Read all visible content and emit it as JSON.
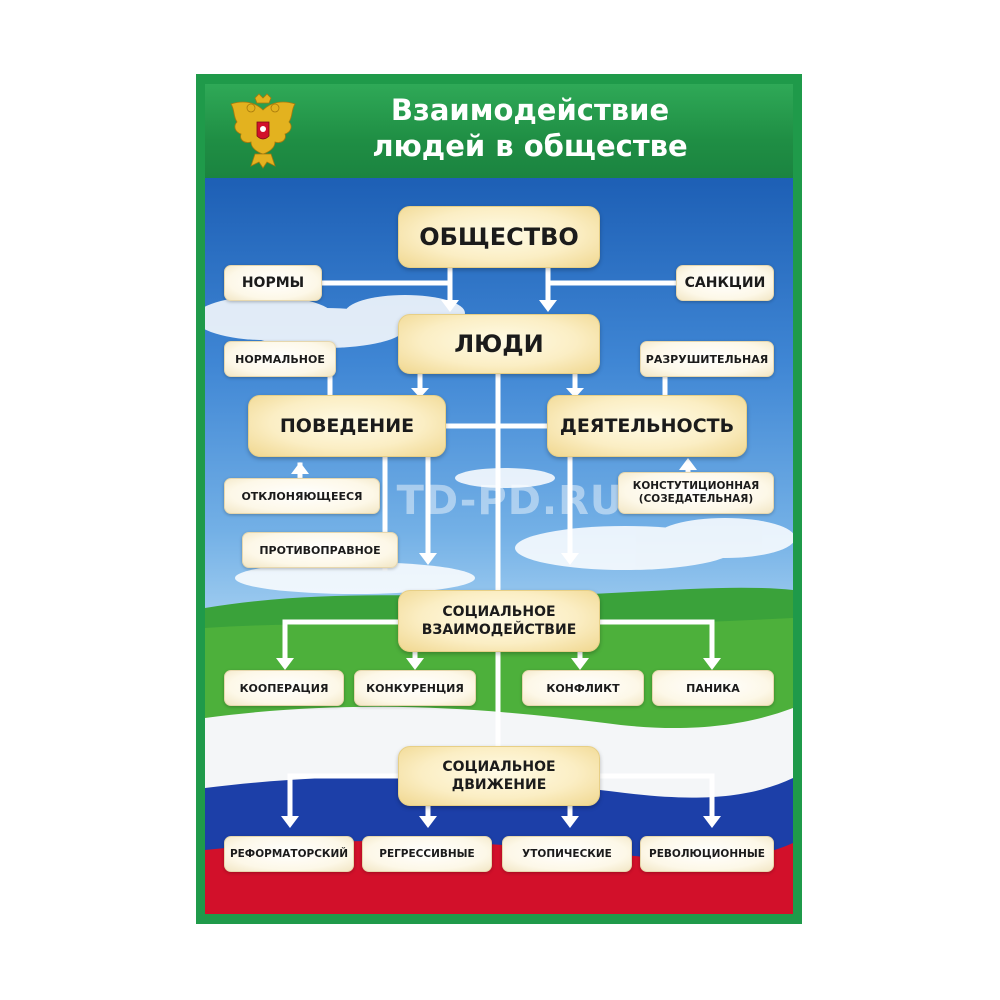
{
  "poster": {
    "title_line1": "Взаимодействие",
    "title_line2": "людей в обществе",
    "emblem": "double-headed-eagle-emblem",
    "watermark": "TD-PD.RU"
  },
  "nodes": {
    "obshchestvo": "ОБЩЕСТВО",
    "normy": "НОРМЫ",
    "sanktsii": "САНКЦИИ",
    "lyudi": "ЛЮДИ",
    "normalnoe": "НОРМАЛЬНОЕ",
    "razrushitelnaya": "РАЗРУШИТЕЛЬНАЯ",
    "povedenie": "ПОВЕДЕНИЕ",
    "deyatelnost": "ДЕЯТЕЛЬНОСТЬ",
    "otklonyayushcheesya": "ОТКЛОНЯЮЩЕЕСЯ",
    "konstitutsionnaya_line1": "КОНСТУТИЦИОННАЯ",
    "konstitutsionnaya_line2": "(СОЗЕДАТЕЛЬНАЯ)",
    "protivopravnoe": "ПРОТИВОПРАВНОЕ",
    "soc_vzaim_line1": "СОЦИАЛЬНОЕ",
    "soc_vzaim_line2": "ВЗАИМОДЕЙСТВИЕ",
    "kooperatsiya": "КООПЕРАЦИЯ",
    "konkurentsiya": "КОНКУРЕНЦИЯ",
    "konflikt": "КОНФЛИКТ",
    "panika": "ПАНИКА",
    "soc_dvizh_line1": "СОЦИАЛЬНОЕ",
    "soc_dvizh_line2": "ДВИЖЕНИЕ",
    "reformatorskiy": "РЕФОРМАТОРСКИЙ",
    "regressivnye": "РЕГРЕССИВНЫЕ",
    "utopicheskie": "УТОПИЧЕСКИЕ",
    "revolyutsionnye": "РЕВОЛЮЦИОННЫЕ"
  },
  "colors": {
    "frame_green": "#1f9a4a",
    "node_cream": "#fbeec4",
    "connector": "#ffffff",
    "flag_white": "#ffffff",
    "flag_blue": "#1c3fa8",
    "flag_red": "#d2102a"
  }
}
